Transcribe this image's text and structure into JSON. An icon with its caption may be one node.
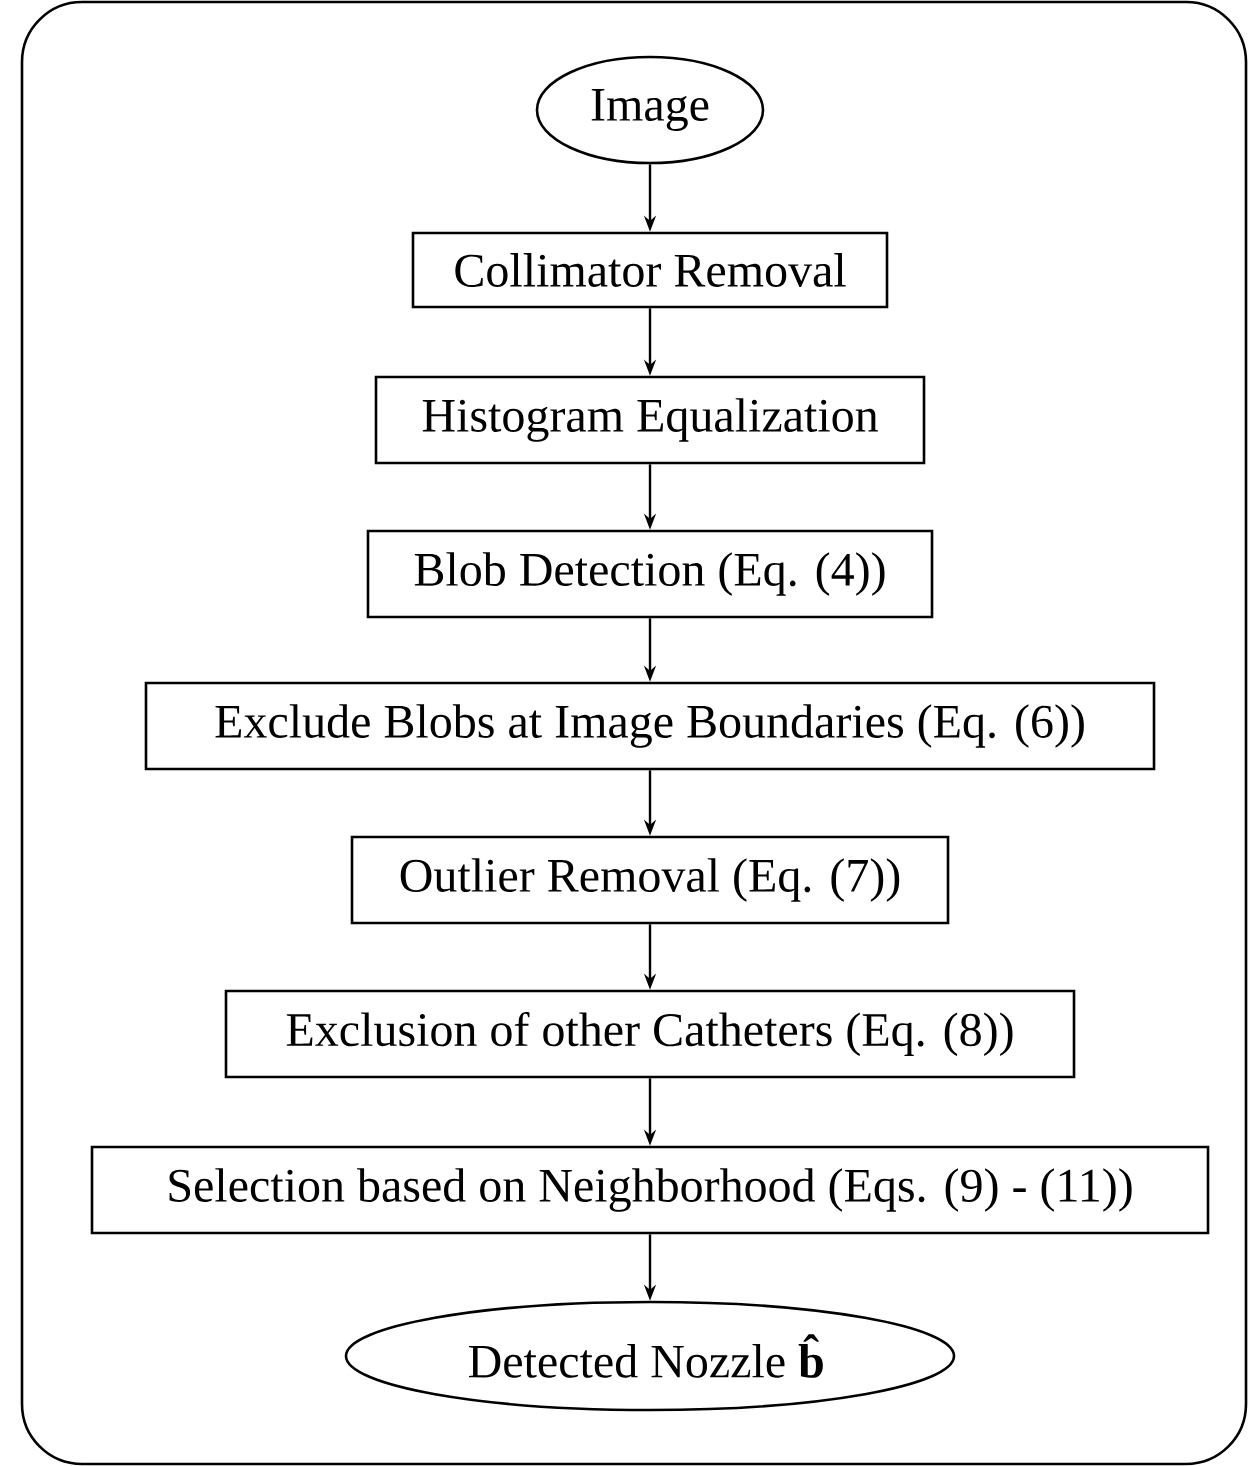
{
  "diagram": {
    "nodes": [
      {
        "text": [
          "Image"
        ]
      },
      {
        "text": [
          "Collimator Removal"
        ]
      },
      {
        "text": [
          "Histogram Equalization"
        ]
      },
      {
        "text": [
          "Blob Detection (Eq. (4))"
        ]
      },
      {
        "text": [
          "Exclude Blobs at Image Boundaries (Eq. (6))"
        ]
      },
      {
        "text": [
          "Outlier Removal (Eq. (7))"
        ]
      },
      {
        "text": [
          "Exclusion of other Catheters (Eq. (8))"
        ]
      },
      {
        "text": [
          "Selection based on Neighborhood (Eqs. (9) - (11))"
        ]
      },
      {
        "text": [
          "Detected Nozzle **b̂**"
        ]
      }
    ],
    "edges": [
      {
        "from": 0,
        "to": 1,
        "arrow": "to"
      },
      {
        "from": 1,
        "to": 2,
        "arrow": "to"
      },
      {
        "from": 2,
        "to": 3,
        "arrow": "to"
      },
      {
        "from": 3,
        "to": 4,
        "arrow": "to"
      },
      {
        "from": 4,
        "to": 5,
        "arrow": "to"
      },
      {
        "from": 5,
        "to": 6,
        "arrow": "to"
      },
      {
        "from": 6,
        "to": 7,
        "arrow": "to"
      },
      {
        "from": 7,
        "to": 8,
        "arrow": "to"
      }
    ]
  }
}
